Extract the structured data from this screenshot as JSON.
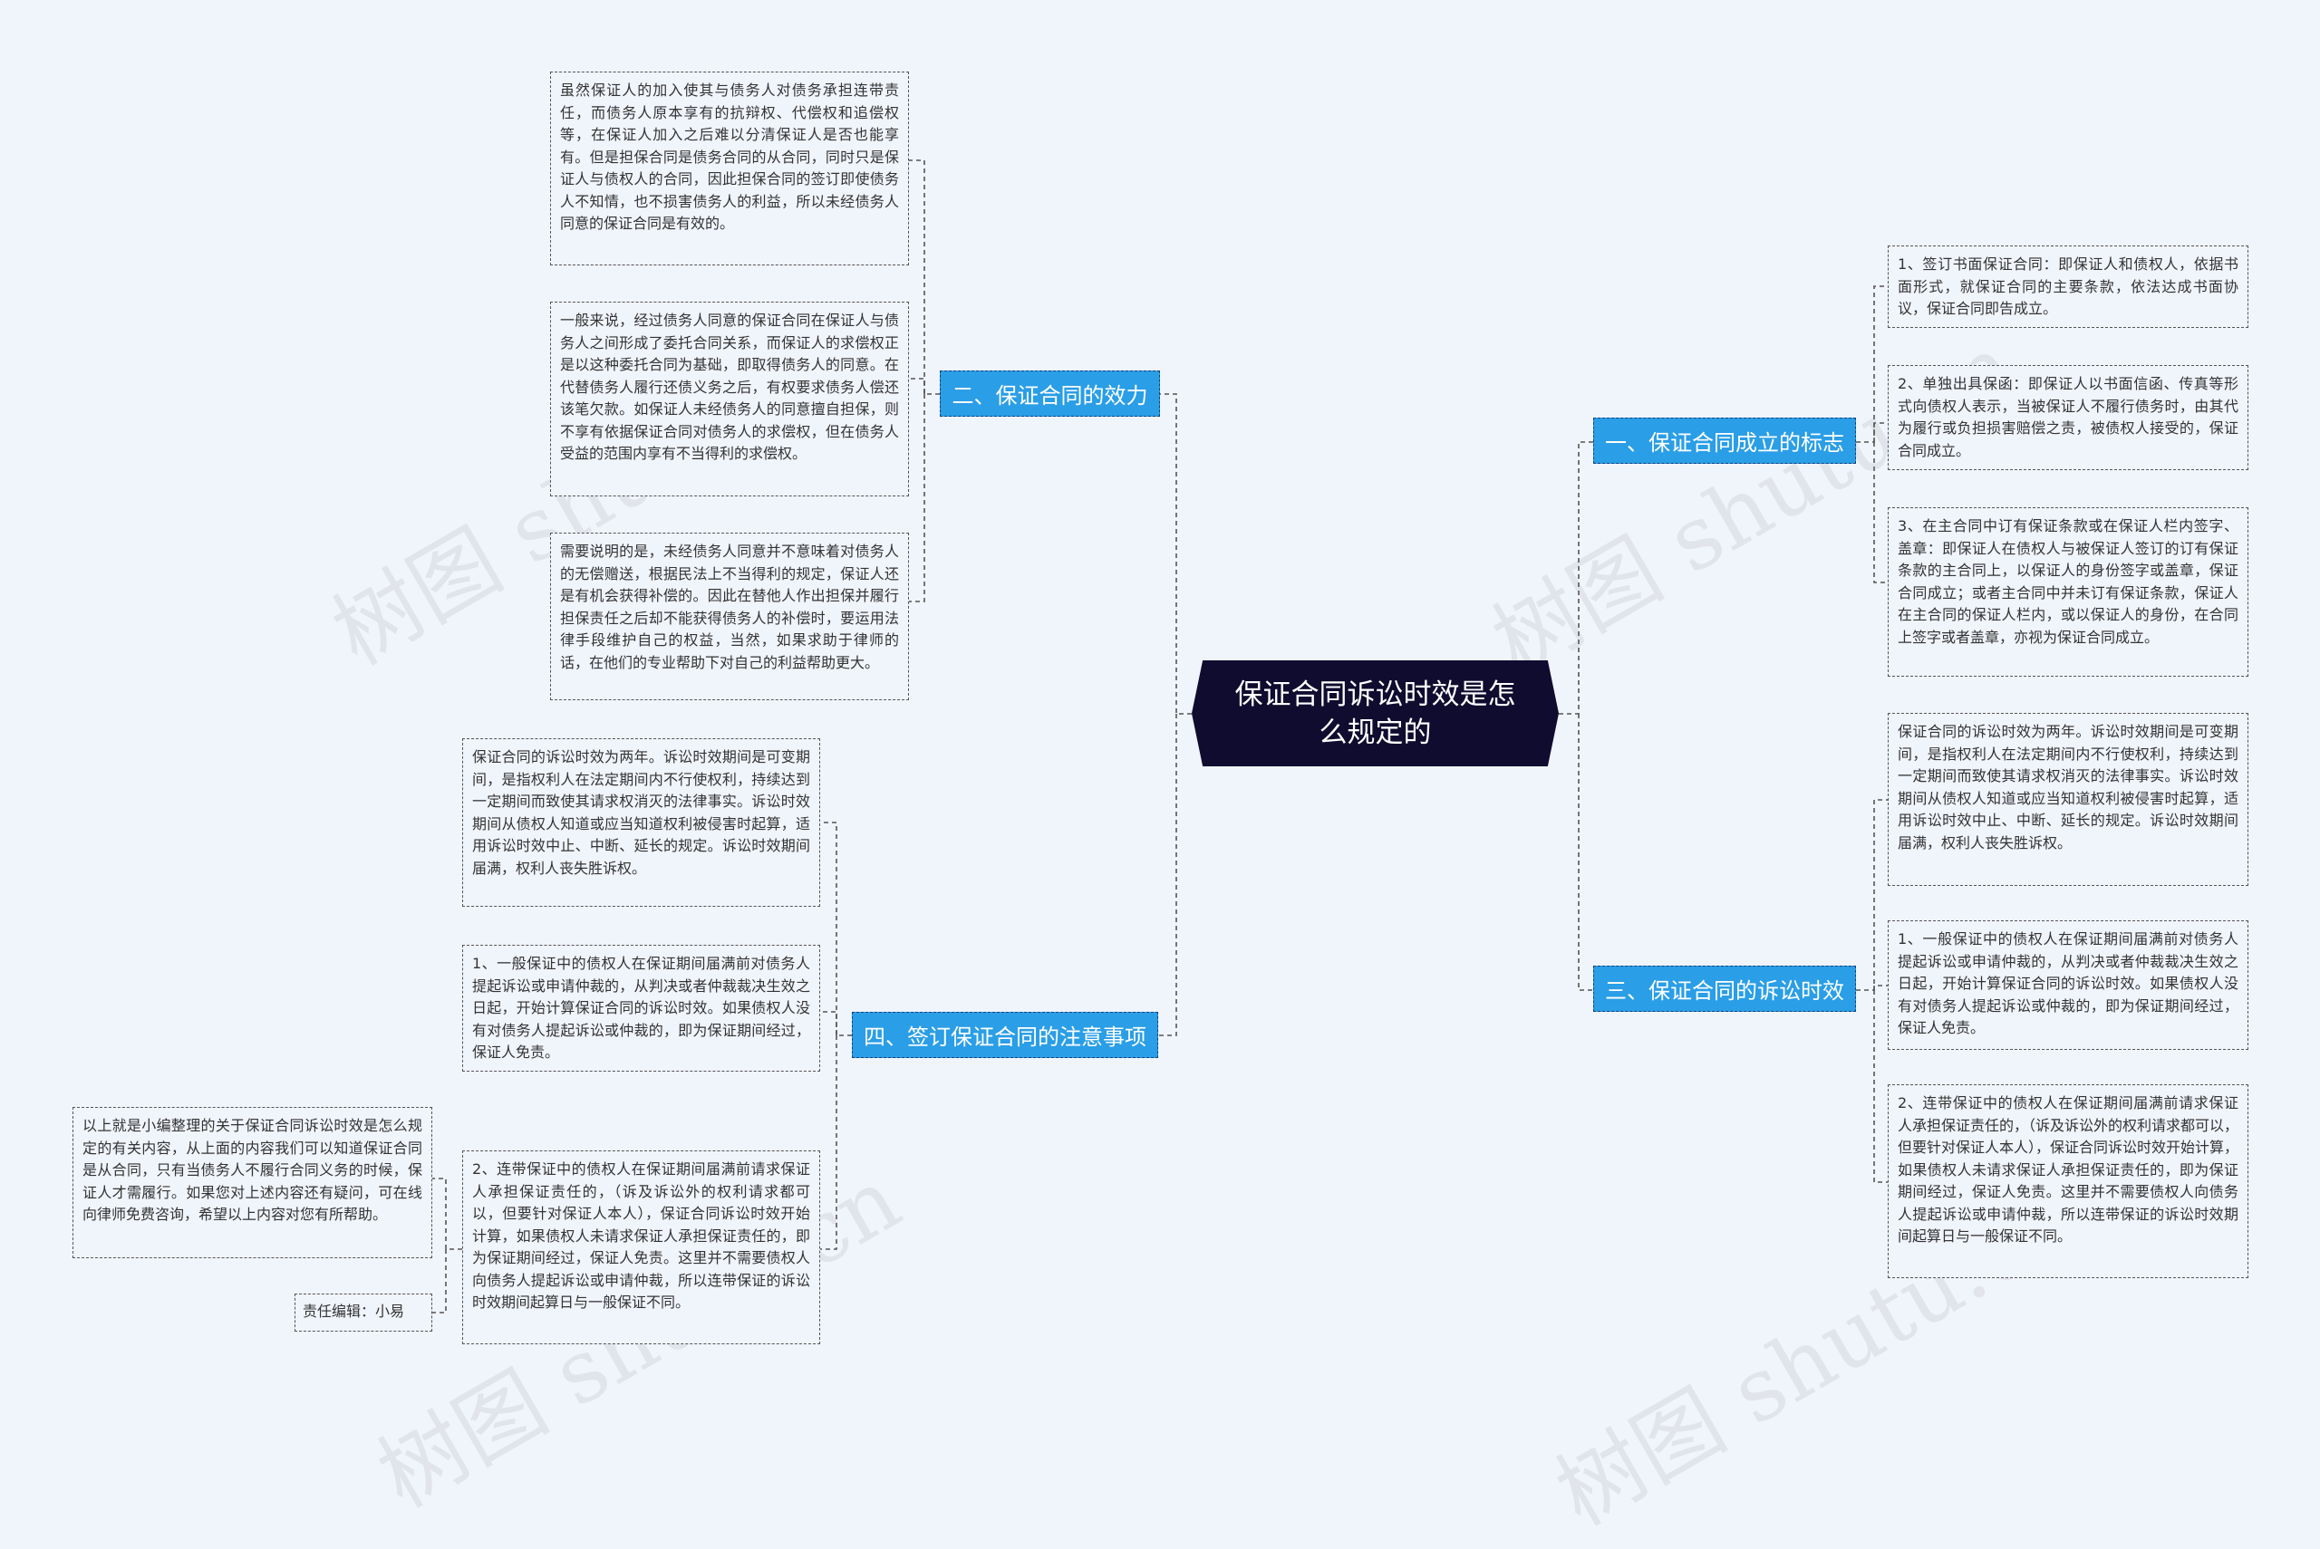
{
  "root": {
    "title": "保证合同诉讼时效是怎么规定的"
  },
  "branches": {
    "b1": "一、保证合同成立的标志",
    "b2": "二、保证合同的效力",
    "b3": "三、保证合同的诉讼时效",
    "b4": "四、签订保证合同的注意事项"
  },
  "leaves": {
    "b1_1": "1、签订书面保证合同：即保证人和债权人，依据书面形式，就保证合同的主要条款，依法达成书面协议，保证合同即告成立。",
    "b1_2": "2、单独出具保函：即保证人以书面信函、传真等形式向债权人表示，当被保证人不履行债务时，由其代为履行或负担损害赔偿之责，被债权人接受的，保证合同成立。",
    "b1_3": "3、在主合同中订有保证条款或在保证人栏内签字、盖章：即保证人在债权人与被保证人签订的订有保证条款的主合同上，以保证人的身份签字或盖章，保证合同成立；或者主合同中并未订有保证条款，保证人在主合同的保证人栏内，或以保证人的身份，在合同上签字或者盖章，亦视为保证合同成立。",
    "b2_1": "虽然保证人的加入使其与债务人对债务承担连带责任，而债务人原本享有的抗辩权、代偿权和追偿权等，在保证人加入之后难以分清保证人是否也能享有。但是担保合同是债务合同的从合同，同时只是保证人与债权人的合同，因此担保合同的签订即使债务人不知情，也不损害债务人的利益，所以未经债务人同意的保证合同是有效的。",
    "b2_2": "一般来说，经过债务人同意的保证合同在保证人与债务人之间形成了委托合同关系，而保证人的求偿权正是以这种委托合同为基础，即取得债务人的同意。在代替债务人履行还债义务之后，有权要求债务人偿还该笔欠款。如保证人未经债务人的同意擅自担保，则不享有依据保证合同对债务人的求偿权，但在债务人受益的范围内享有不当得利的求偿权。",
    "b2_3": "需要说明的是，未经债务人同意并不意味着对债务人的无偿赠送，根据民法上不当得利的规定，保证人还是有机会获得补偿的。因此在替他人作出担保并履行担保责任之后却不能获得债务人的补偿时，要运用法律手段维护自己的权益，当然，如果求助于律师的话，在他们的专业帮助下对自己的利益帮助更大。",
    "b3_1": "保证合同的诉讼时效为两年。诉讼时效期间是可变期间，是指权利人在法定期间内不行使权利，持续达到一定期间而致使其请求权消灭的法律事实。诉讼时效期间从债权人知道或应当知道权利被侵害时起算，适用诉讼时效中止、中断、延长的规定。诉讼时效期间届满，权利人丧失胜诉权。",
    "b3_2": "1、一般保证中的债权人在保证期间届满前对债务人提起诉讼或申请仲裁的，从判决或者仲裁裁决生效之日起，开始计算保证合同的诉讼时效。如果债权人没有对债务人提起诉讼或仲裁的，即为保证期间经过，保证人免责。",
    "b3_3": "2、连带保证中的债权人在保证期间届满前请求保证人承担保证责任的，（诉及诉讼外的权利请求都可以，但要针对保证人本人），保证合同诉讼时效开始计算，如果债权人未请求保证人承担保证责任的，即为保证期间经过，保证人免责。这里并不需要债权人向债务人提起诉讼或申请仲裁，所以连带保证的诉讼时效期间起算日与一般保证不同。",
    "b4_1": "保证合同的诉讼时效为两年。诉讼时效期间是可变期间，是指权利人在法定期间内不行使权利，持续达到一定期间而致使其请求权消灭的法律事实。诉讼时效期间从债权人知道或应当知道权利被侵害时起算，适用诉讼时效中止、中断、延长的规定。诉讼时效期间届满，权利人丧失胜诉权。",
    "b4_2": "1、一般保证中的债权人在保证期间届满前对债务人提起诉讼或申请仲裁的，从判决或者仲裁裁决生效之日起，开始计算保证合同的诉讼时效。如果债权人没有对债务人提起诉讼或仲裁的，即为保证期间经过，保证人免责。",
    "b4_3": "2、连带保证中的债权人在保证期间届满前请求保证人承担保证责任的，（诉及诉讼外的权利请求都可以，但要针对保证人本人），保证合同诉讼时效开始计算，如果债权人未请求保证人承担保证责任的，即为保证期间经过，保证人免责。这里并不需要债权人向债务人提起诉讼或申请仲裁，所以连带保证的诉讼时效期间起算日与一般保证不同。",
    "b4_3_1": "以上就是小编整理的关于保证合同诉讼时效是怎么规定的有关内容，从上面的内容我们可以知道保证合同是从合同，只有当债务人不履行合同义务的时候，保证人才需履行。如果您对上述内容还有疑问，可在线向律师免费咨询，希望以上内容对您有所帮助。",
    "b4_3_2": "责任编辑：小易"
  },
  "watermarks": [
    "树图 shutu.cn",
    "树图 shutu.cn",
    "树图 shutu.cn",
    "树图 shutu.cn"
  ],
  "colors": {
    "root_bg": "#0f0c2f",
    "branch_bg": "#2a9ee6",
    "background": "#f0f4fb",
    "line": "#555555"
  }
}
